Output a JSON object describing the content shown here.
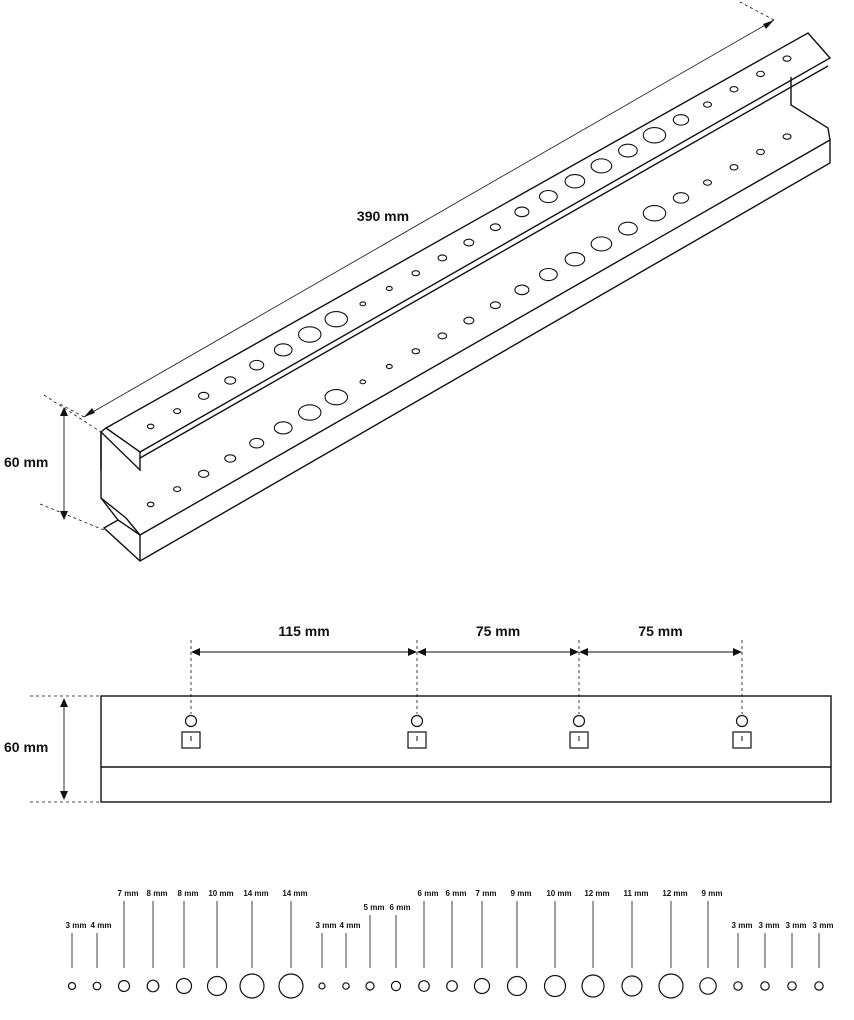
{
  "isometric": {
    "length_label": "390 mm",
    "height_label": "60 mm"
  },
  "side_view": {
    "height_label": "60 mm",
    "spacing_labels": [
      "115 mm",
      "75 mm",
      "75 mm"
    ]
  },
  "hole_legend": {
    "labels": [
      "3 mm",
      "4 mm",
      "7 mm",
      "8 mm",
      "8 mm",
      "10 mm",
      "14 mm",
      "14 mm",
      "3 mm",
      "4 mm",
      "5 mm",
      "6 mm",
      "6 mm",
      "6 mm",
      "7 mm",
      "9 mm",
      "10 mm",
      "12 mm",
      "11 mm",
      "12 mm",
      "9 mm",
      "3 mm",
      "3 mm",
      "3 mm",
      "3 mm"
    ]
  },
  "colors": {
    "line": "#111111",
    "background": "#ffffff"
  }
}
